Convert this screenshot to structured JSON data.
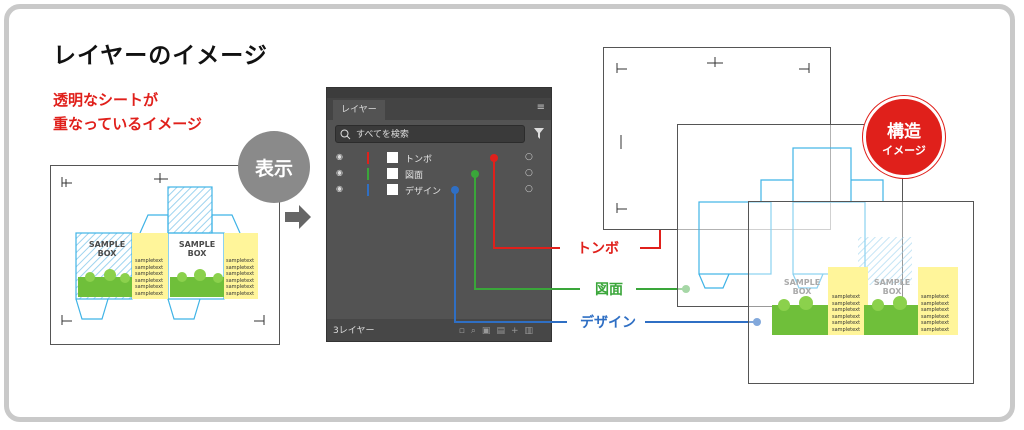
{
  "title": "レイヤーのイメージ",
  "subtitle": [
    "透明なシートが",
    "重なっているイメージ"
  ],
  "display_circle": "表示",
  "structure_circle": [
    "構造",
    "イメージ"
  ],
  "panel": {
    "tab_label": "レイヤー",
    "search_placeholder": "すべてを検索",
    "layers": [
      {
        "name": "トンボ",
        "color": "#e0201b"
      },
      {
        "name": "図面",
        "color": "#3aa63a"
      },
      {
        "name": "デザイン",
        "color": "#2f6fc4"
      }
    ],
    "footer_count": "3レイヤー"
  },
  "labels": {
    "tombo": "トンボ",
    "zumen": "図面",
    "design": "デザイン"
  },
  "box": {
    "sample_line1": "SAMPLE",
    "sample_line2": "BOX",
    "sample_text": [
      "sampletext",
      "sampletext",
      "sampletext",
      "sampletext",
      "sampletext",
      "sampletext"
    ]
  },
  "colors": {
    "red": "#e0201b",
    "green": "#3aa63a",
    "blue": "#2f6fc4",
    "dieline": "#3fb3e6",
    "yellow": "#fff59a",
    "greenery": "#6fbf3a"
  }
}
